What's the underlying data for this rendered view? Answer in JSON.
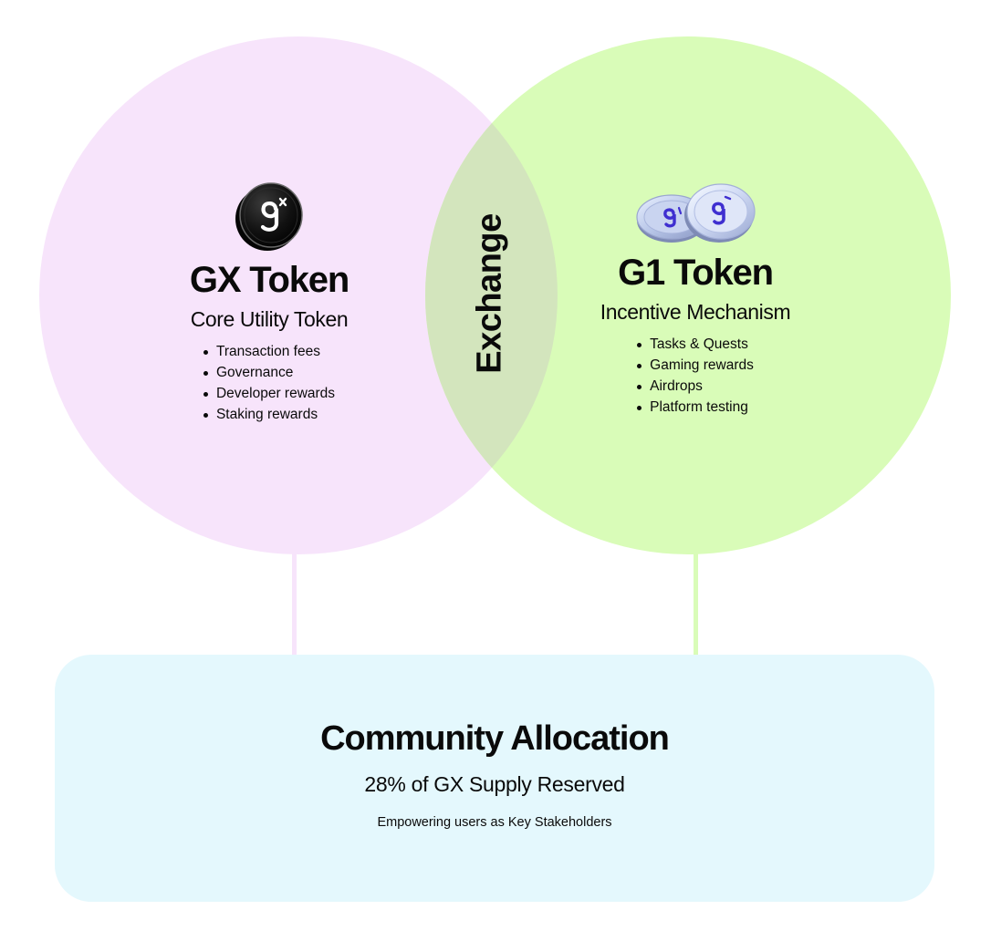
{
  "exchange_label": "Exchange",
  "gx_token": {
    "title": "GX Token",
    "subtitle": "Core Utility Token",
    "items": [
      "Transaction fees",
      "Governance",
      "Developer rewards",
      "Staking rewards"
    ],
    "color": "#f7e4fb",
    "icon": "gx-coin-icon"
  },
  "g1_token": {
    "title": "G1 Token",
    "subtitle": "Incentive Mechanism",
    "items": [
      "Tasks & Quests",
      "Gaming rewards",
      "Airdrops",
      "Platform testing"
    ],
    "color": "#d9fcb8",
    "icon": "g1-coins-icon"
  },
  "overlap_color": "#d3e5bd",
  "community": {
    "title": "Community Allocation",
    "subtitle": "28% of GX Supply Reserved",
    "caption": "Empowering users as Key Stakeholders",
    "color": "#e4f8fd"
  }
}
